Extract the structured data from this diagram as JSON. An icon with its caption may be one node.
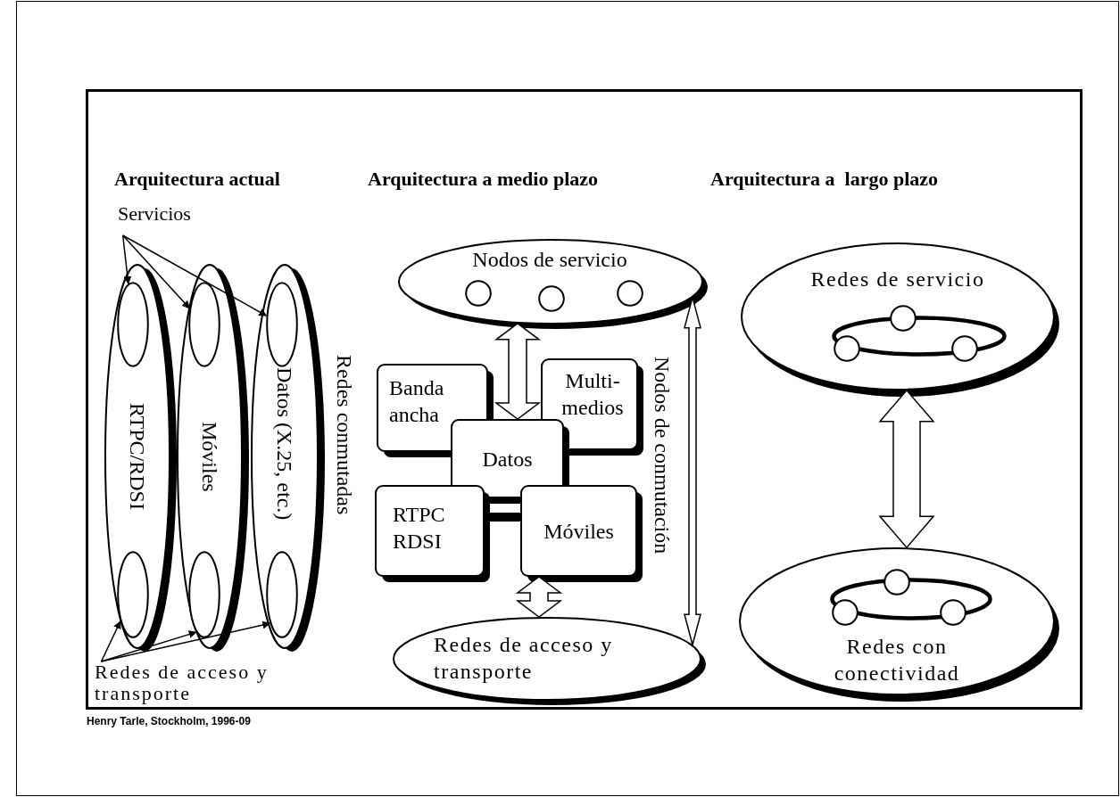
{
  "diagram": {
    "caption": "Henry Tarle, Stockholm, 1996-09",
    "nodes": [
      {
        "text": [
          "Servicios"
        ]
      },
      {
        "text": [
          "RTPC/RDSI"
        ]
      },
      {
        "text": [
          "Móviles"
        ]
      },
      {
        "text": [
          "Datos (X.25, etc.)"
        ]
      },
      {
        "text": [],
        "shape": "ellipse",
        "in": 1
      },
      {
        "text": [],
        "shape": "ellipse",
        "in": 2
      },
      {
        "text": [],
        "shape": "ellipse",
        "in": 3
      },
      {
        "text": [],
        "shape": "ellipse",
        "in": 1
      },
      {
        "text": [],
        "shape": "ellipse",
        "in": 2
      },
      {
        "text": [],
        "shape": "ellipse",
        "in": 3
      },
      {
        "text": [
          "Redes de acceso y transporte"
        ]
      },
      {
        "text": [
          "Nodos de servicio"
        ]
      },
      {
        "text": [],
        "shape": "circle",
        "in": 11
      },
      {
        "text": [],
        "shape": "circle",
        "in": 11
      },
      {
        "text": [],
        "shape": "circle",
        "in": 11
      },
      {
        "text": [
          "Banda ancha"
        ]
      },
      {
        "text": [
          "Multi- medios"
        ]
      },
      {
        "text": [
          "Datos"
        ]
      },
      {
        "text": [
          "RTPC RDSI"
        ]
      },
      {
        "text": [
          "Móviles"
        ]
      },
      {
        "text": [
          "Redes de acceso y transporte"
        ]
      },
      {
        "text": [
          "Redes de servicio"
        ]
      },
      {
        "text": [],
        "shape": "ellipse",
        "in": 21
      },
      {
        "text": [],
        "shape": "circle",
        "in": 21
      },
      {
        "text": [],
        "shape": "circle",
        "in": 21
      },
      {
        "text": [],
        "shape": "circle",
        "in": 21
      },
      {
        "text": [
          "Redes con conectividad"
        ]
      },
      {
        "text": [],
        "shape": "ellipse",
        "in": 26
      },
      {
        "text": [],
        "shape": "circle",
        "in": 26
      },
      {
        "text": [],
        "shape": "circle",
        "in": 26
      },
      {
        "text": [],
        "shape": "circle",
        "in": 26
      }
    ],
    "edges": [
      {
        "from": 0,
        "to": 4,
        "arrow": "to"
      },
      {
        "from": 0,
        "to": 5,
        "arrow": "to"
      },
      {
        "from": 0,
        "to": 6,
        "arrow": "to"
      },
      {
        "from": 10,
        "to": 7,
        "arrow": "to"
      },
      {
        "from": 10,
        "to": 8,
        "arrow": "to"
      },
      {
        "from": 10,
        "to": 9,
        "arrow": "to"
      },
      {
        "from": 11,
        "to": 17,
        "arrow": "both",
        "style": "thick"
      },
      {
        "from": 18,
        "to": 19,
        "arrow": "none",
        "style": "thick"
      },
      {
        "from": 19,
        "to": 20,
        "arrow": "both",
        "style": "thick"
      },
      {
        "from": 11,
        "to": 20,
        "arrow": "both",
        "label": "Nodos de conmutación"
      },
      {
        "from": 21,
        "to": 26,
        "arrow": "both",
        "style": "thick"
      }
    ],
    "labels": [
      "Arquitectura actual",
      "Arquitectura a medio plazo",
      "Arquitectura a  largo plazo",
      "Redes conmutadas"
    ]
  }
}
